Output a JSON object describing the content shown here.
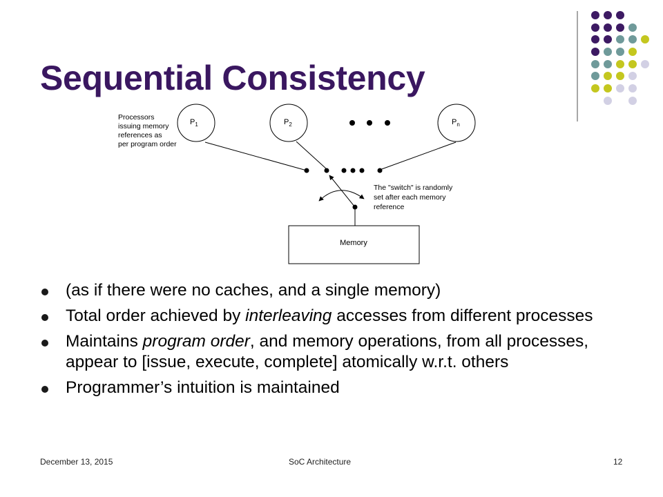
{
  "slide": {
    "title": "Sequential Consistency",
    "diagram": {
      "processors_note": [
        "Processors",
        "issuing memory",
        "references as",
        "per program order"
      ],
      "p1": "P",
      "p1_sub": "1",
      "p2": "P",
      "p2_sub": "2",
      "pn": "P",
      "pn_sub": "n",
      "switch_note": [
        "The \"switch\" is randomly",
        "set after each memory",
        "reference"
      ],
      "memory_label": "Memory"
    },
    "bullets": [
      {
        "before": "(as if there were no caches, and a single memory)",
        "em": "",
        "after": ""
      },
      {
        "before": "Total order achieved by ",
        "em": "interleaving",
        "after": " accesses from different processes"
      },
      {
        "before": "Maintains ",
        "em": "program order",
        "after": ", and memory operations, from all processes, appear to [issue, execute, complete] atomically w.r.t. others"
      },
      {
        "before": "Programmer’s intuition is maintained",
        "em": "",
        "after": ""
      }
    ]
  },
  "footer": {
    "date": "December 13, 2015",
    "center": "SoC Architecture",
    "page": "12"
  },
  "colors": {
    "title": "#3a1760",
    "dot_purple": "#3d1a63",
    "dot_teal": "#6f9a9a",
    "dot_yellow": "#c4c71f",
    "dot_lavender": "#d2d0e4",
    "divider": "#8a8a8a"
  }
}
